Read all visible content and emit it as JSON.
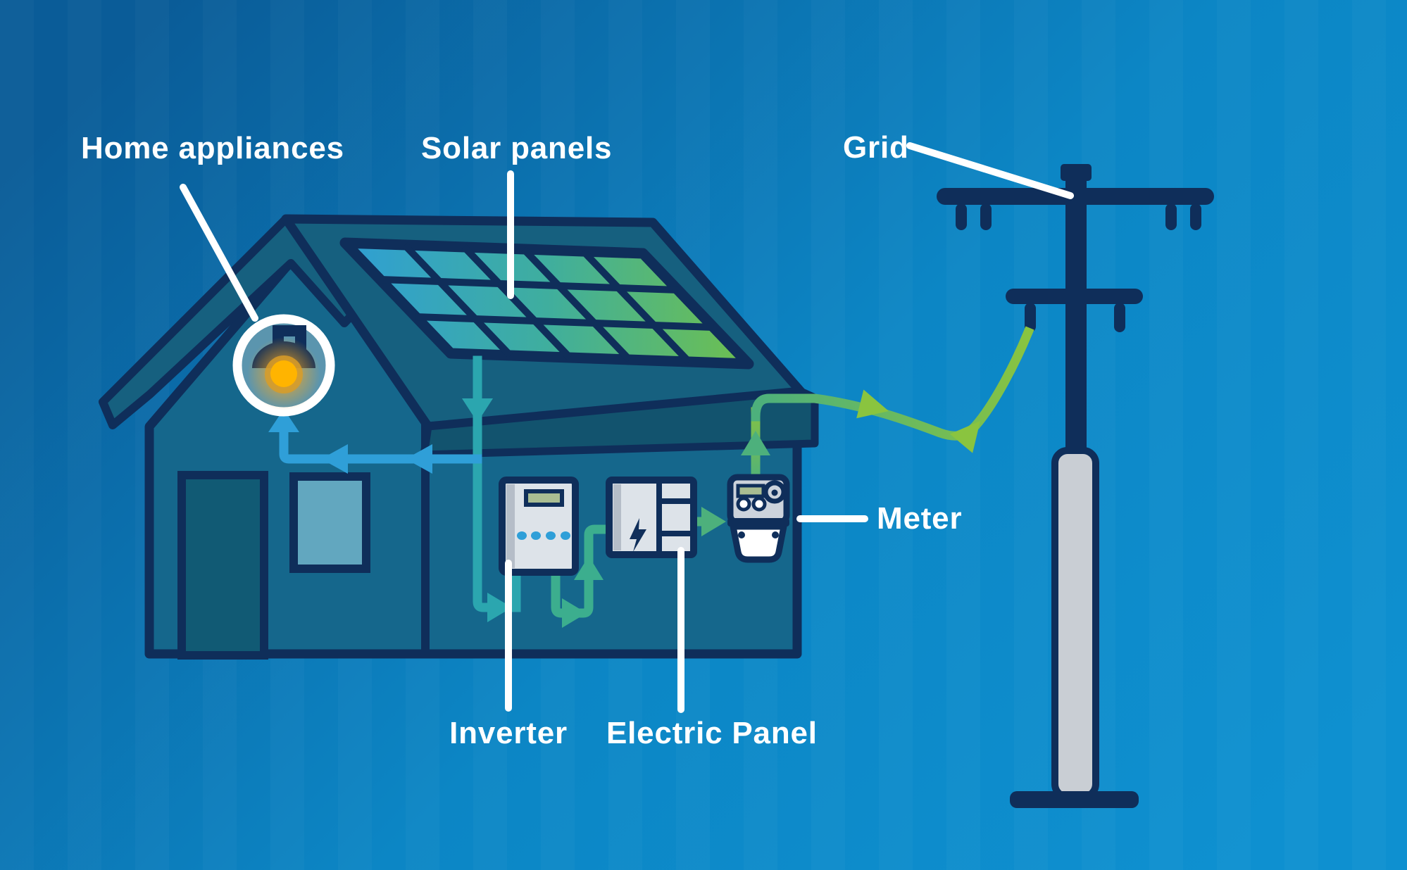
{
  "labels": {
    "home_appliances": "Home appliances",
    "solar_panels": "Solar panels",
    "grid": "Grid",
    "meter": "Meter",
    "inverter": "Inverter",
    "electric_panel": "Electric Panel"
  },
  "colors": {
    "navy": "#0f2e5a",
    "wall": "#15678c",
    "roof": "#16607f",
    "fascia": "#12536e",
    "door": "#115a74",
    "window": "#62a7bf",
    "bgLeft": "#0a5c98",
    "bgMid": "#0c86c5",
    "bgRight": "#0e90d0",
    "panelBlue": "#2f9fd4",
    "panelTeal": "#3fae9e",
    "panelGreen": "#6ec04f",
    "flowBlue": "#2f9fd8",
    "flowTeal": "#2ba6af",
    "flowSea": "#3cae8e",
    "flowGreen": "#4db07c",
    "flowLime": "#8ac43f",
    "deviceBody": "#dde3e9",
    "deviceStrip": "#b5bdc8",
    "lcd": "#a9bd92",
    "meterBody": "#ccd3dc",
    "poleGray": "#c9ced4",
    "glow": "#f7a81f",
    "bulb": "#ffb400",
    "white": "#ffffff"
  }
}
